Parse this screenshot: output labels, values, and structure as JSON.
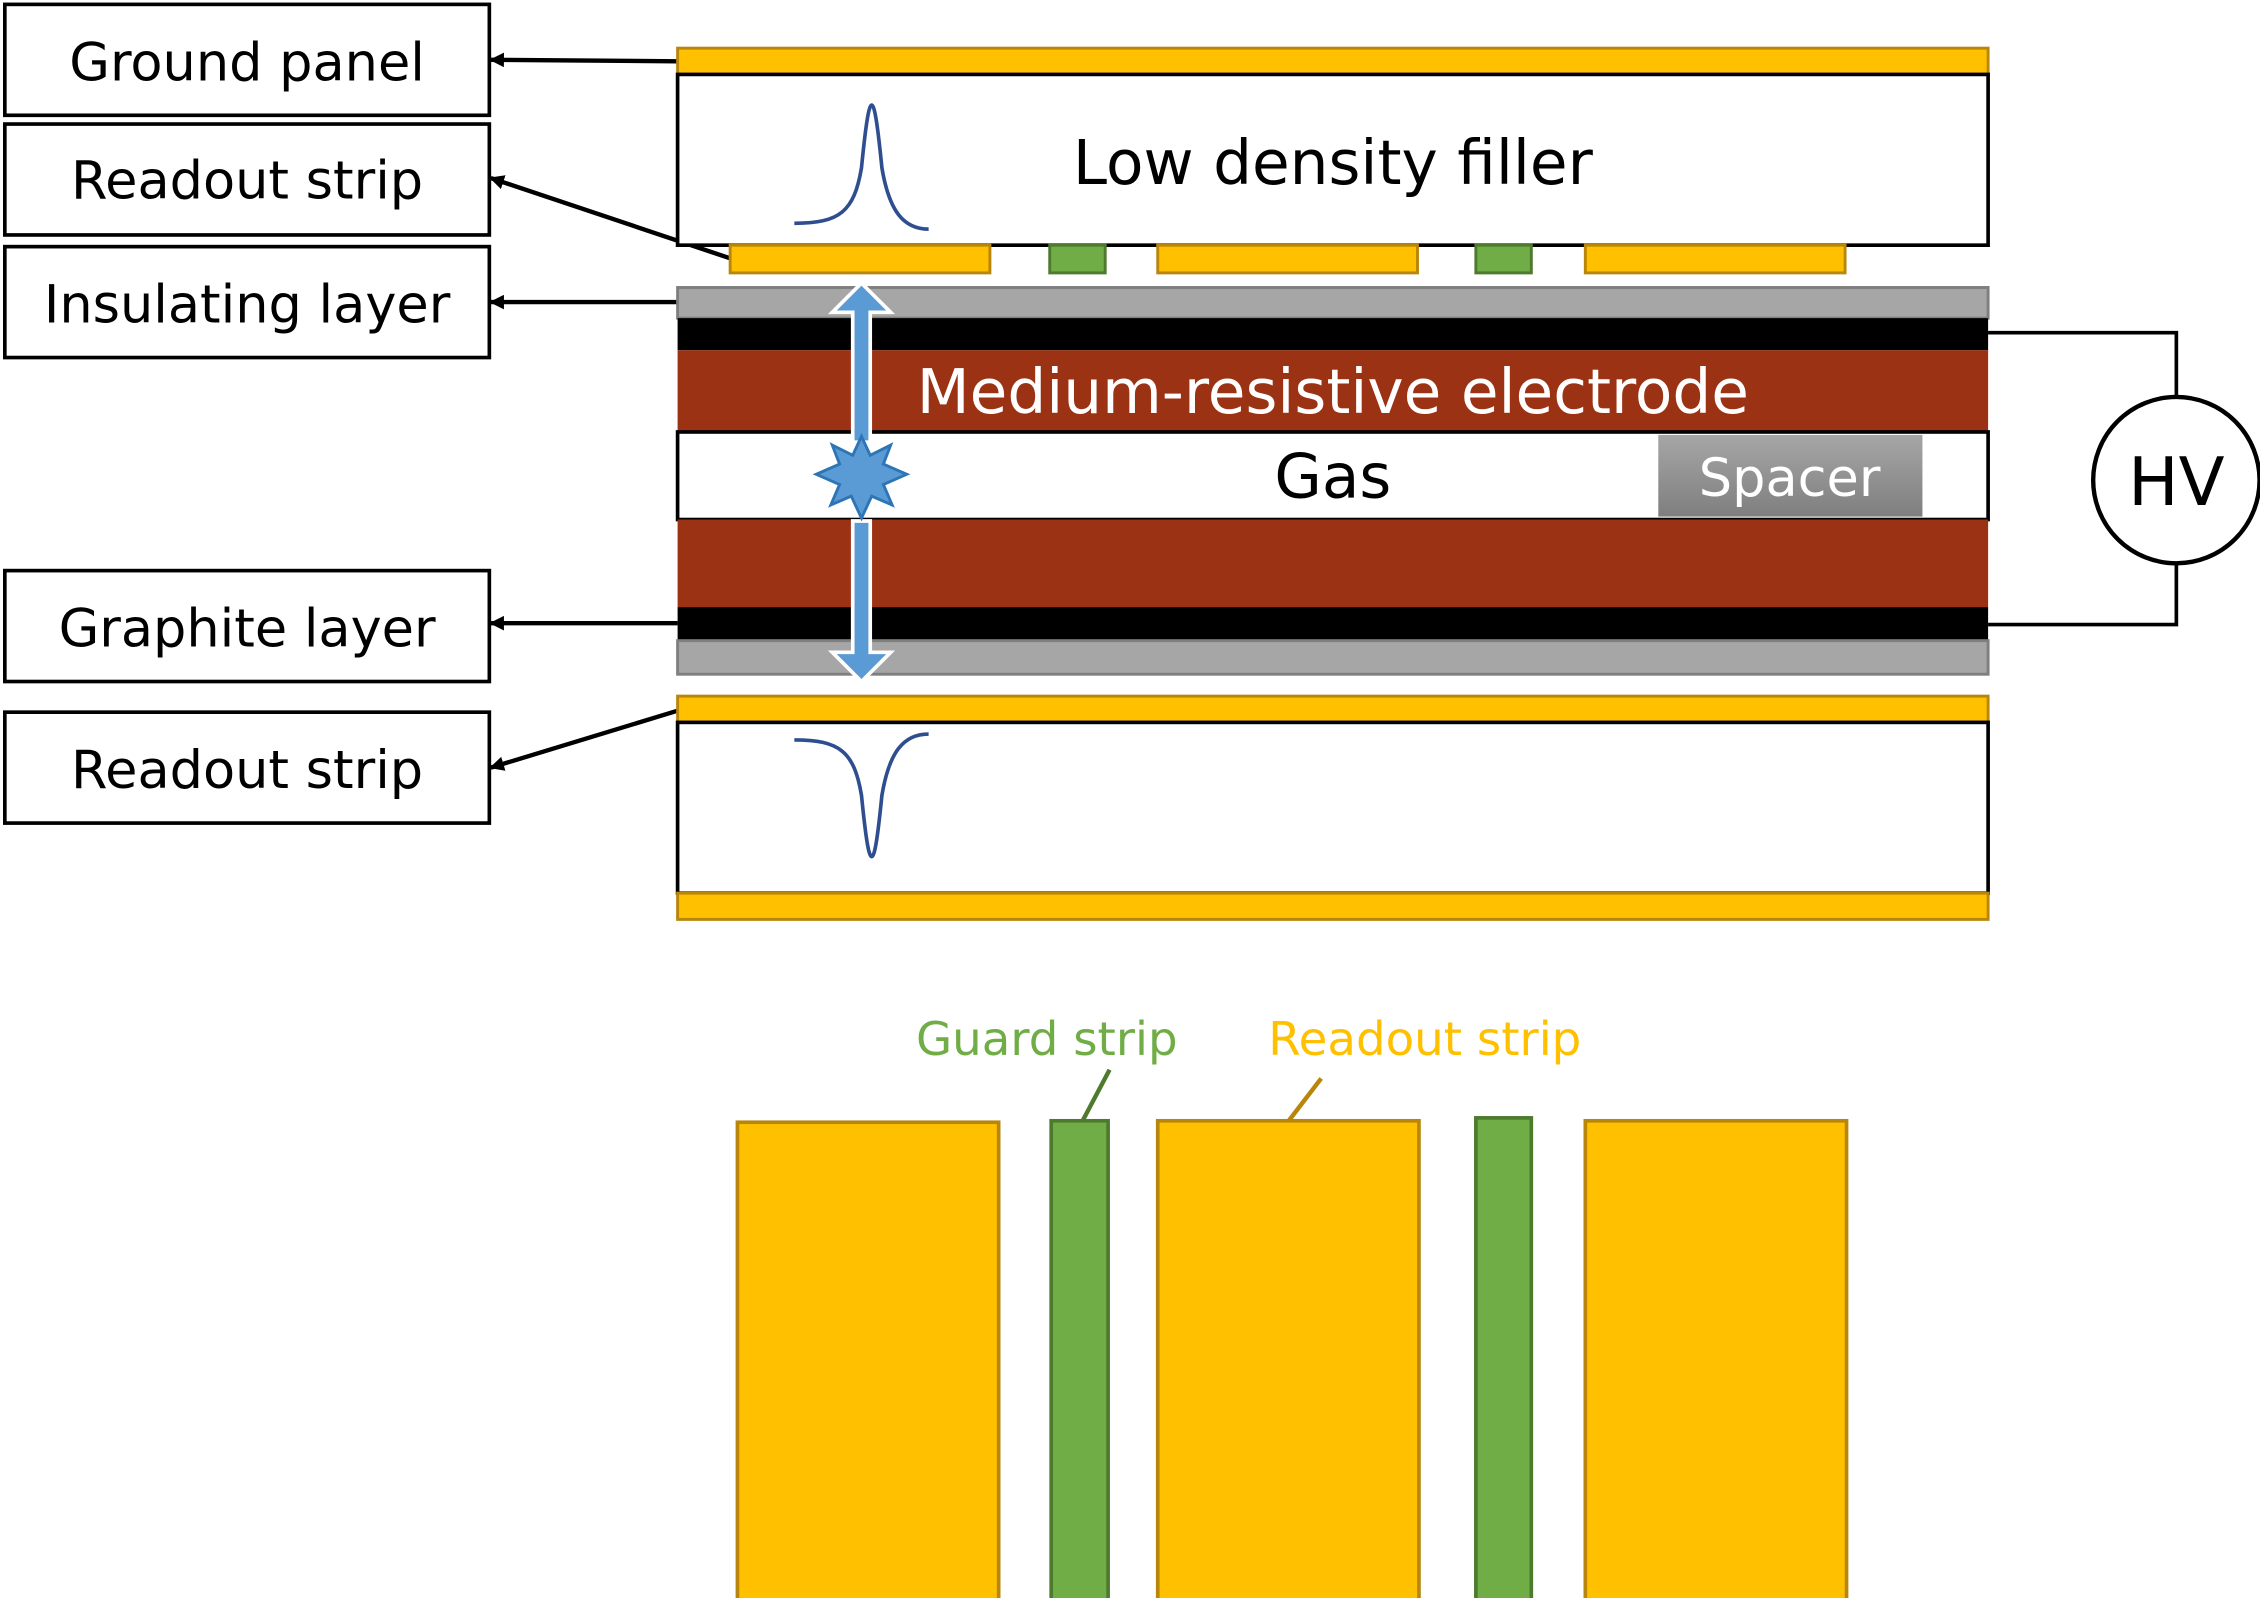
{
  "labels": {
    "ground_panel": "Ground panel",
    "readout_strip_top": "Readout strip",
    "insulating_layer": "Insulating layer",
    "graphite_layer": "Graphite layer",
    "readout_strip_bottom": "Readout strip"
  },
  "layers": {
    "low_density_filler": "Low density filler",
    "electrode": "Medium-resistive electrode",
    "gas": "Gas",
    "spacer": "Spacer"
  },
  "hv": "HV",
  "legend": {
    "guard_strip": "Guard strip",
    "readout_strip": "Readout strip"
  },
  "colors": {
    "copper": "#FFC000",
    "copper_edge": "#B8860B",
    "guard": "#70AD47",
    "guard_edge": "#4E7A2E",
    "electrode": "#9B3214",
    "graphite": "#000000",
    "insulator": "#A6A6A6",
    "spacer": "#8C8C8C",
    "signal_arrow": "#5B9BD5",
    "pulse": "#2F4E8F"
  }
}
